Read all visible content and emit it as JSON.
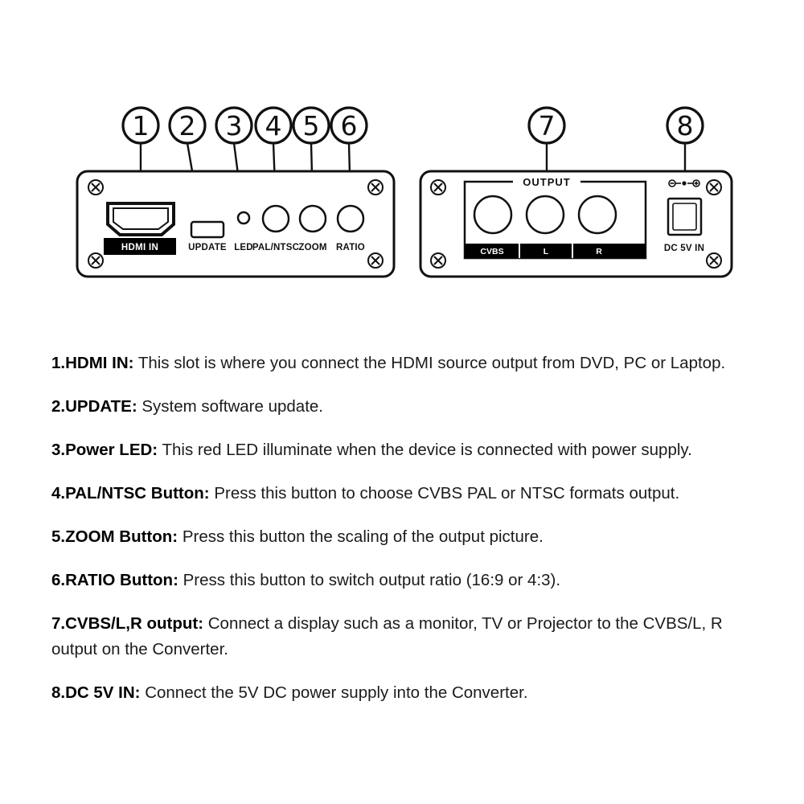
{
  "colors": {
    "ink": "#111111",
    "label_bar_bg": "#000000",
    "label_bar_text": "#ffffff",
    "background": "#ffffff"
  },
  "diagram": {
    "callouts": [
      "1",
      "2",
      "3",
      "4",
      "5",
      "6",
      "7",
      "8"
    ],
    "front_panel": {
      "hdmi_label": "HDMI IN",
      "update_label": "UPDATE",
      "led_label": "LED",
      "palntsc_label": "PAL/NTSC",
      "zoom_label": "ZOOM",
      "ratio_label": "RATIO"
    },
    "back_panel": {
      "output_label": "OUTPUT",
      "cvbs_label": "CVBS",
      "l_label": "L",
      "r_label": "R",
      "dc_label": "DC 5V IN"
    }
  },
  "descriptions": [
    {
      "label": "1.HDMI IN:",
      "text": " This slot is where you connect the HDMI source output from DVD, PC or Laptop."
    },
    {
      "label": "2.UPDATE:",
      "text": " System software update."
    },
    {
      "label": "3.Power LED:",
      "text": " This red LED illuminate when the device is connected with power supply."
    },
    {
      "label": "4.PAL/NTSC Button:",
      "text": " Press this button to choose CVBS PAL or NTSC formats output."
    },
    {
      "label": "5.ZOOM Button:",
      "text": " Press this button the scaling of the output picture."
    },
    {
      "label": "6.RATIO Button:",
      "text": " Press this button to switch output ratio (16:9 or 4:3)."
    },
    {
      "label": "7.CVBS/L,R output:",
      "text": " Connect a display such as a monitor, TV or Projector to the CVBS/L, R output on the Converter."
    },
    {
      "label": "8.DC 5V IN:",
      "text": " Connect the 5V DC power supply into the Converter."
    }
  ]
}
